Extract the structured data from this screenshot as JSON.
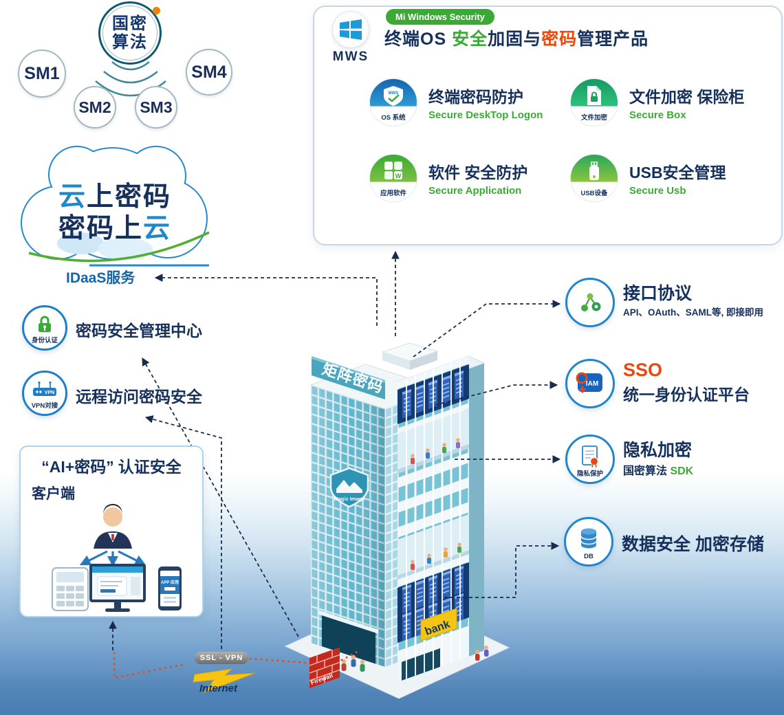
{
  "colors": {
    "navy": "#16305c",
    "blue": "#1e7ec8",
    "green": "#3aaa35",
    "orange": "#e8490f",
    "teal": "#57b0c6"
  },
  "crypto_badge": {
    "line1": "国密",
    "line2": "算法",
    "sm_items": [
      "SM1",
      "SM2",
      "SM3",
      "SM4"
    ]
  },
  "cloud": {
    "l1_accent": "云",
    "l1_rest": "上密码",
    "l2_rest": "密码上",
    "l2_accent": "云",
    "idaas_label": "IDaaS服务"
  },
  "left_features": [
    {
      "icon_label": "身份认证",
      "title": "密码安全管理中心"
    },
    {
      "icon_label": "VPN对接",
      "icon_text": "VPN",
      "title": "远程访问密码安全"
    }
  ],
  "ai_box": {
    "title": "“AI+密码”",
    "title_rest": "认证安全",
    "client_label": "客户端",
    "phone_text": "APP 应用"
  },
  "mws_panel": {
    "logo_text": "MWS",
    "badge_label": "Mi Windows Security",
    "title_p1": "终端OS ",
    "title_p2": "安全",
    "title_p3": "加固与",
    "title_p4": "密码",
    "title_p5": "管理产品",
    "items": [
      {
        "icon_label": "OS 系统",
        "title": "终端密码防护",
        "subtitle": "Secure DeskTop Logon"
      },
      {
        "icon_label": "文件加密",
        "title": "文件加密 保险柜",
        "subtitle": "Secure Box"
      },
      {
        "icon_label": "应用软件",
        "icon_glyph": "W",
        "title": "软件 安全防护",
        "subtitle": "Secure Application"
      },
      {
        "icon_label": "USB设备",
        "title": "USB安全管理",
        "subtitle": "Secure Usb"
      }
    ]
  },
  "right_features": [
    {
      "title": "接口协议",
      "subtitle": "API、OAuth、SAML等, 即接即用"
    },
    {
      "icon_text": "IAM",
      "title": "SSO",
      "subtitle": "统一身份认证平台"
    },
    {
      "icon_label": "隐私保护",
      "title": "隐私加密",
      "subtitle_a": "国密算法 ",
      "subtitle_b": "SDK"
    },
    {
      "icon_label": "DB",
      "title": "数据安全 加密存储"
    }
  ],
  "building": {
    "sign": "矩阵密码",
    "logo": "Magic Image",
    "bank": "bank"
  },
  "network": {
    "ssl_vpn": "SSL - VPN",
    "internet": "Internet",
    "firewall": "Firewall"
  }
}
